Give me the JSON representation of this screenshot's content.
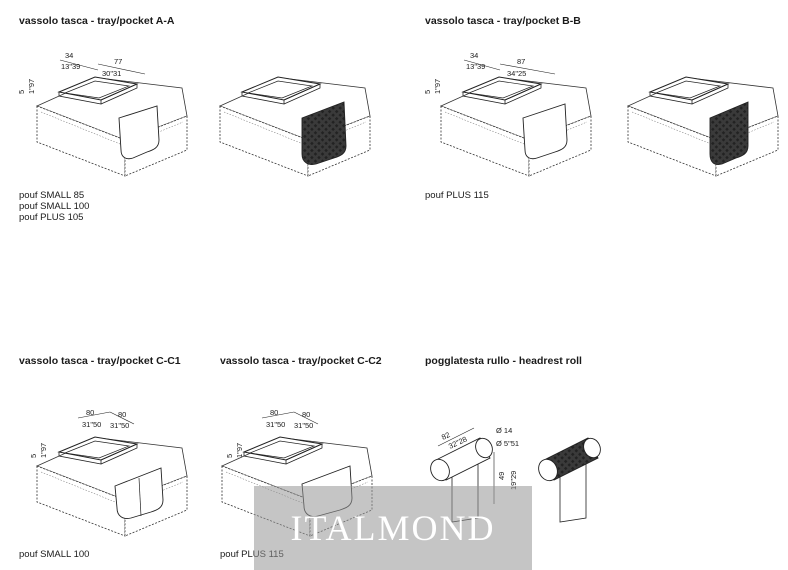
{
  "sections": [
    {
      "title": "vassolo tasca - tray/pocket A-A",
      "captions": [
        "pouf SMALL 85",
        "pouf SMALL 100",
        "pouf PLUS 105"
      ],
      "dims": [
        "34",
        "13\"39",
        "77",
        "30\"31",
        "5",
        "1\"97"
      ]
    },
    {
      "title": "vassolo tasca - tray/pocket B-B",
      "captions": [
        "pouf PLUS 115"
      ],
      "dims": [
        "34",
        "13\"39",
        "87",
        "34\"25",
        "5",
        "1\"97"
      ]
    },
    {
      "title": "vassolo tasca - tray/pocket C-C1",
      "captions": [
        "pouf SMALL 100"
      ],
      "dims": [
        "80",
        "31\"50",
        "80",
        "31\"50",
        "5",
        "1\"97"
      ]
    },
    {
      "title": "vassolo tasca - tray/pocket C-C2",
      "captions": [
        "pouf PLUS 115"
      ],
      "dims": [
        "80",
        "31\"50",
        "80",
        "31\"50",
        "5",
        "1\"97"
      ]
    },
    {
      "title": "pogglatesta rullo - headrest roll",
      "captions": [],
      "dims": [
        "82",
        "32\"28",
        "Ø 14",
        "Ø 5\"51",
        "49",
        "19\"29"
      ]
    }
  ],
  "watermark": "ITALMOND"
}
